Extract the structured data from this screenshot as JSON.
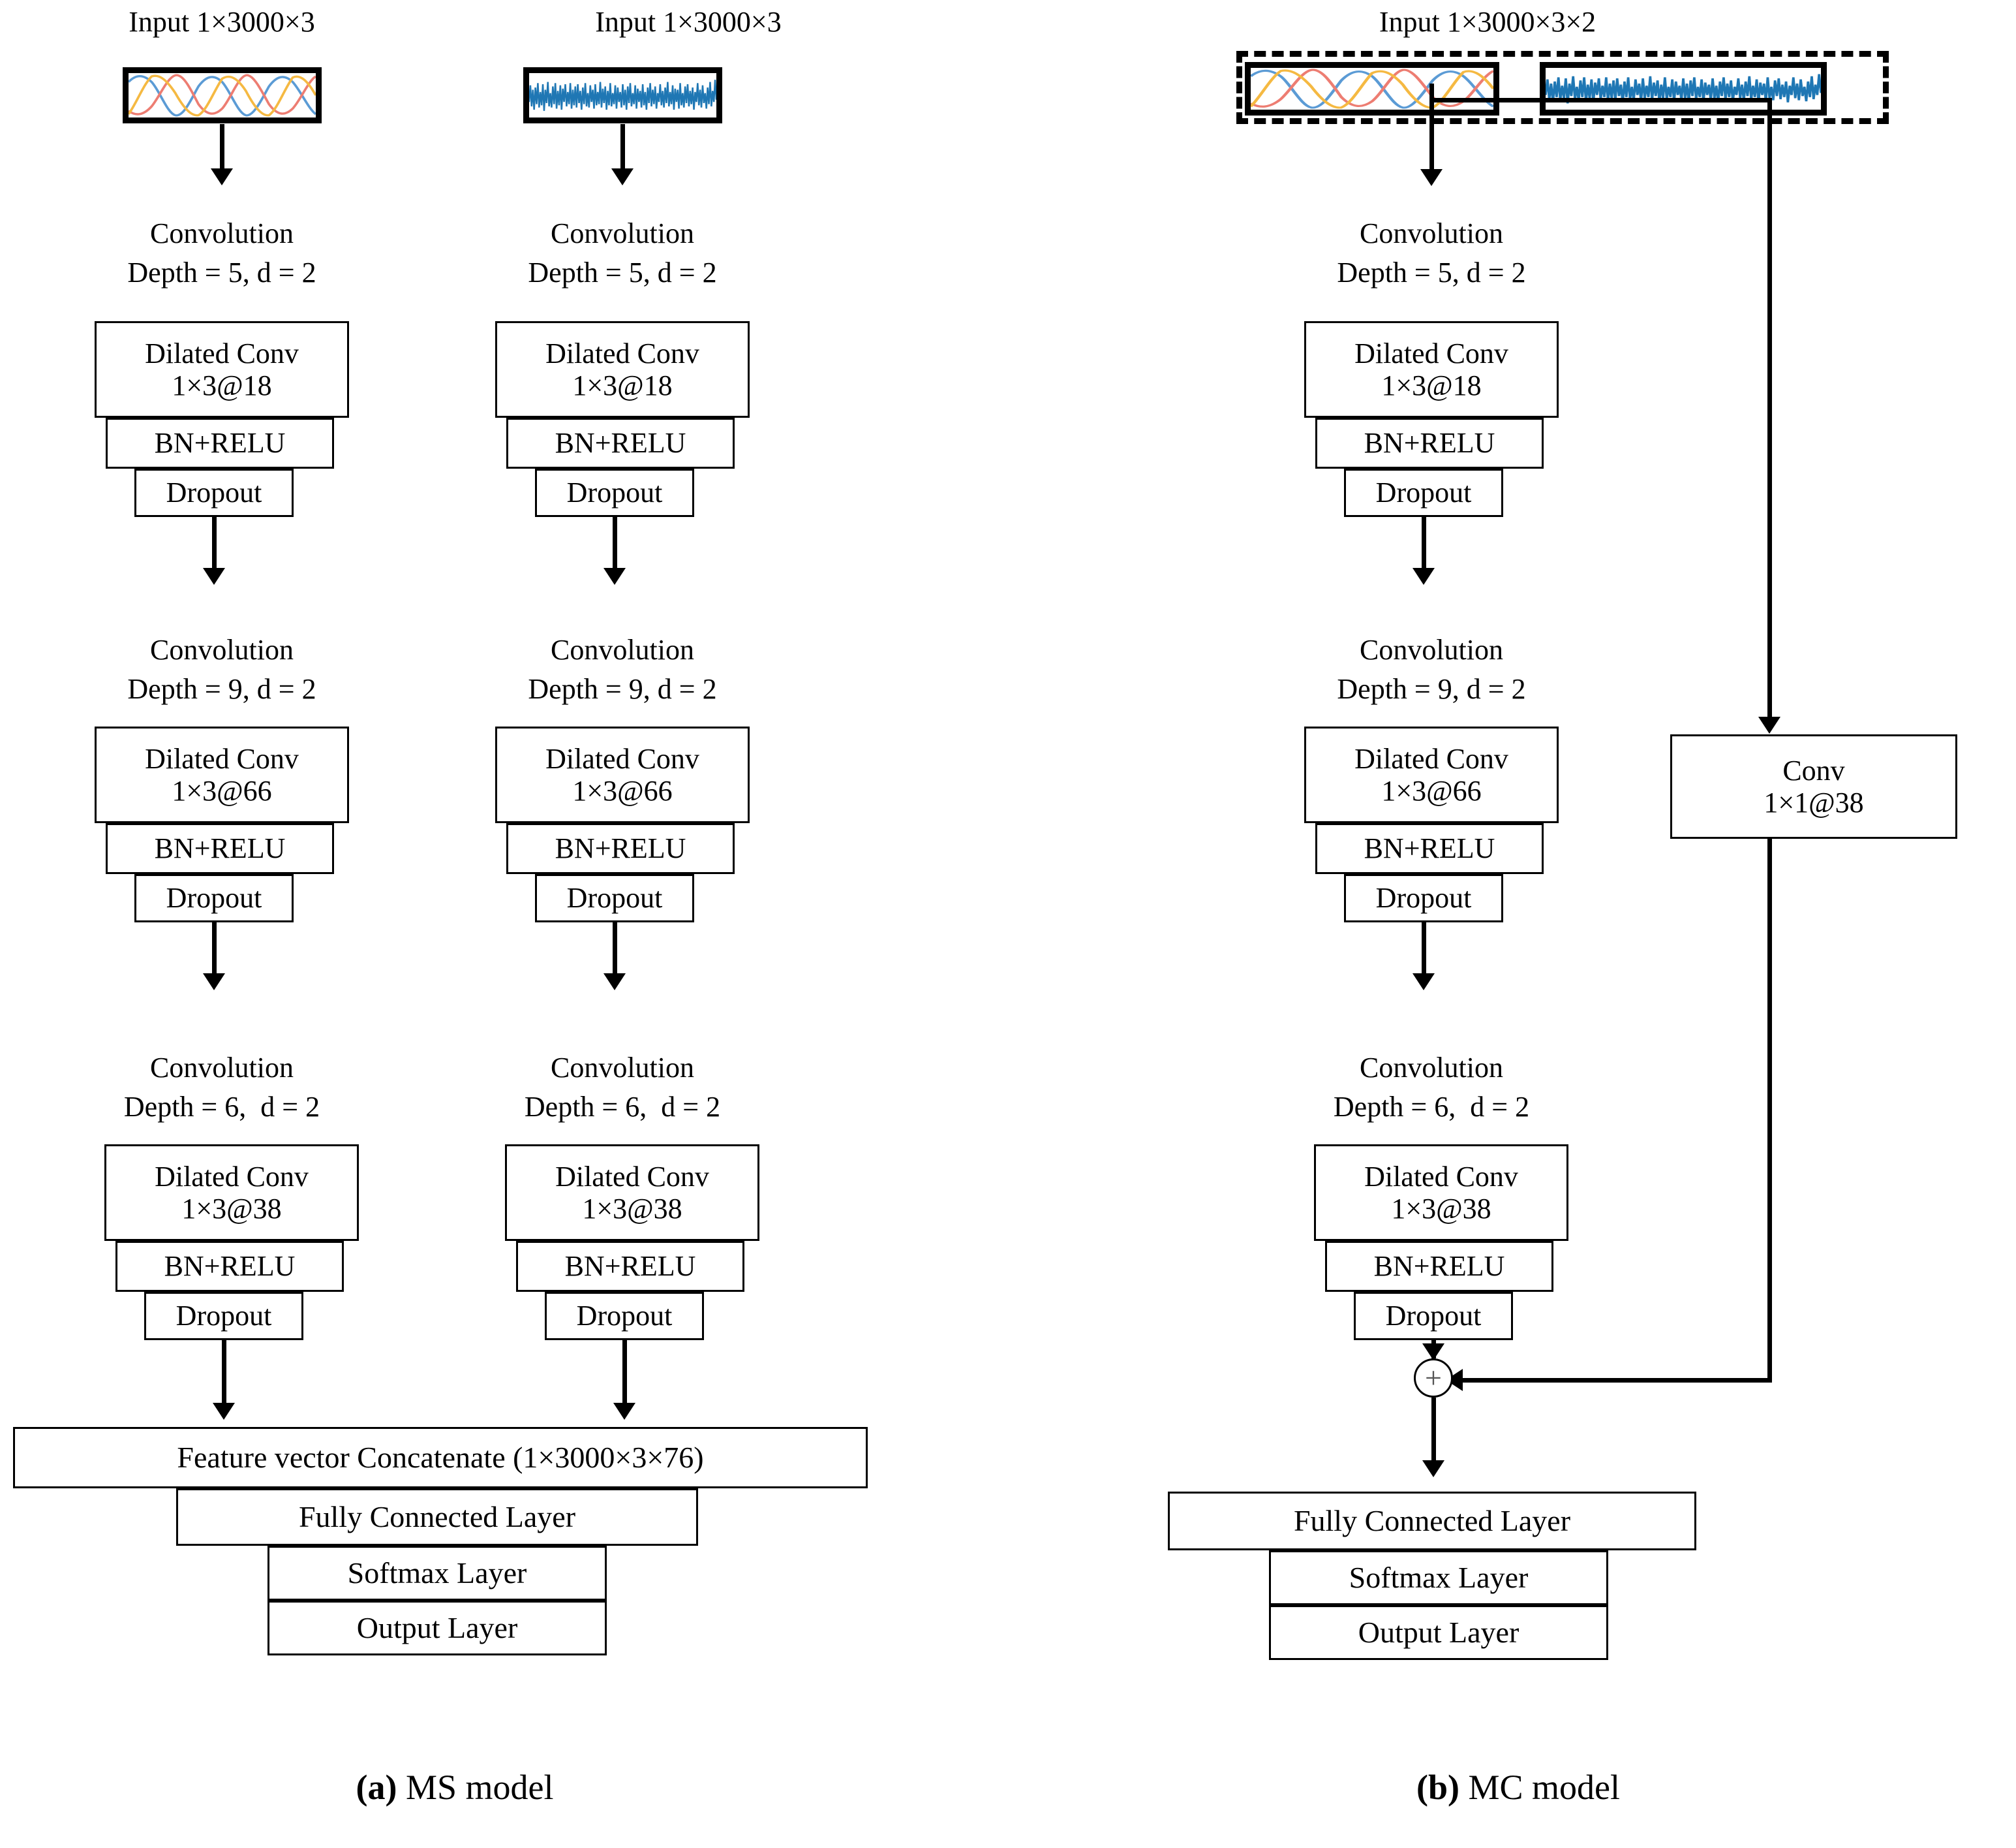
{
  "figure": {
    "panels": [
      {
        "id": "a",
        "caption_tag": "(a)",
        "caption_text": " MS model",
        "branches": [
          {
            "id": "spectral",
            "input_label": "Input 1×3000×3",
            "signal_kind": "multi-sine",
            "stages": [
              {
                "title": "Convolution",
                "params": "Depth = 5, d = 2",
                "conv_line1": "Dilated Conv",
                "conv_line2": "1×3@18",
                "norm": "BN+RELU",
                "dropout": "Dropout"
              },
              {
                "title": "Convolution",
                "params": "Depth = 9, d = 2",
                "conv_line1": "Dilated Conv",
                "conv_line2": "1×3@66",
                "norm": "BN+RELU",
                "dropout": "Dropout"
              },
              {
                "title": "Convolution",
                "params": "Depth = 6,  d = 2",
                "conv_line1": "Dilated Conv",
                "conv_line2": "1×3@38",
                "norm": "BN+RELU",
                "dropout": "Dropout"
              }
            ]
          },
          {
            "id": "temporal",
            "input_label": "Input 1×3000×3",
            "signal_kind": "noisy",
            "stages": [
              {
                "title": "Convolution",
                "params": "Depth = 5, d = 2",
                "conv_line1": "Dilated Conv",
                "conv_line2": "1×3@18",
                "norm": "BN+RELU",
                "dropout": "Dropout"
              },
              {
                "title": "Convolution",
                "params": "Depth = 9, d = 2",
                "conv_line1": "Dilated Conv",
                "conv_line2": "1×3@66",
                "norm": "BN+RELU",
                "dropout": "Dropout"
              },
              {
                "title": "Convolution",
                "params": "Depth = 6,  d = 2",
                "conv_line1": "Dilated Conv",
                "conv_line2": "1×3@38",
                "norm": "BN+RELU",
                "dropout": "Dropout"
              }
            ]
          }
        ],
        "concat": "Feature vector Concatenate (1×3000×3×76)",
        "head": {
          "fc": "Fully Connected Layer",
          "softmax": "Softmax Layer",
          "output": "Output Layer"
        }
      },
      {
        "id": "b",
        "caption_tag": "(b)",
        "caption_text": " MC model",
        "input_label": "Input 1×3000×3×2",
        "input_signals": [
          "multi-sine",
          "noisy"
        ],
        "stages": [
          {
            "title": "Convolution",
            "params": "Depth = 5, d = 2",
            "conv_line1": "Dilated Conv",
            "conv_line2": "1×3@18",
            "norm": "BN+RELU",
            "dropout": "Dropout"
          },
          {
            "title": "Convolution",
            "params": "Depth = 9, d = 2",
            "conv_line1": "Dilated Conv",
            "conv_line2": "1×3@66",
            "norm": "BN+RELU",
            "dropout": "Dropout"
          },
          {
            "title": "Convolution",
            "params": "Depth = 6,  d = 2",
            "conv_line1": "Dilated Conv",
            "conv_line2": "1×3@38",
            "norm": "BN+RELU",
            "dropout": "Dropout"
          }
        ],
        "skip": {
          "line1": "Conv",
          "line2": "1×1@38"
        },
        "merge_symbol": "+",
        "head": {
          "fc": "Fully Connected Layer",
          "softmax": "Softmax Layer",
          "output": "Output Layer"
        }
      }
    ]
  },
  "colors": {
    "sine_blue": "#5B9BD5",
    "sine_red": "#ED7D72",
    "sine_orange": "#F5B942",
    "noise_blue": "#1F77B4",
    "stroke": "#000000",
    "background": "#FFFFFF"
  }
}
